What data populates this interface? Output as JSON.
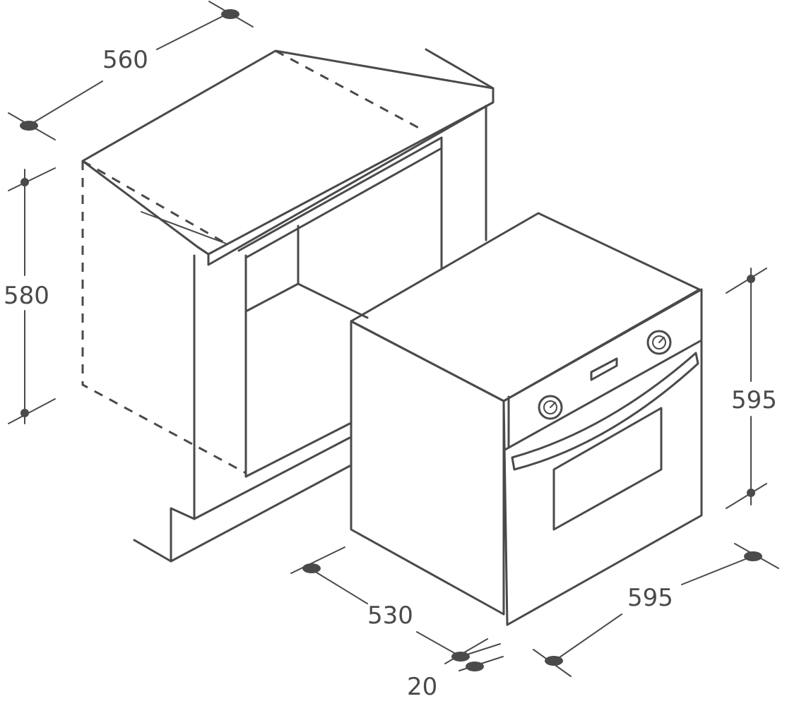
{
  "dimensions": {
    "cabinet_width": "560",
    "cabinet_height": "580",
    "oven_height": "595",
    "oven_width": "595",
    "oven_depth": "530",
    "panel_thickness": "20"
  },
  "colors": {
    "line": "#4a4a4a",
    "background": "#ffffff"
  }
}
